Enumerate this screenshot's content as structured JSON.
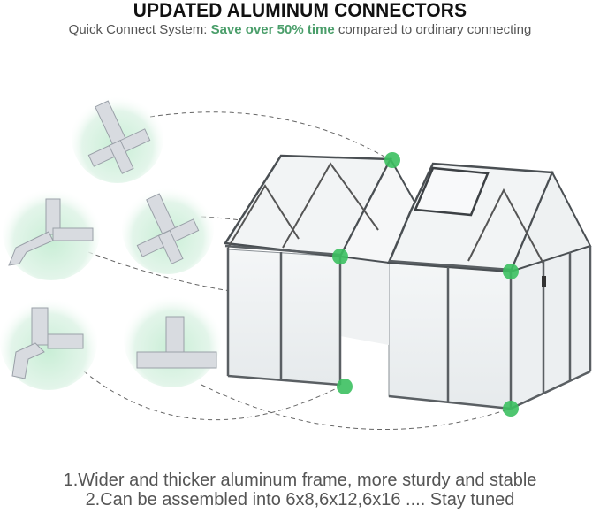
{
  "header": {
    "title": "UPDATED ALUMINUM CONNECTORS",
    "subtitle_prefix": "Quick Connect System: ",
    "subtitle_highlight": "Save over 50% time",
    "subtitle_suffix": " compared to ordinary connecting"
  },
  "colors": {
    "highlight_green": "#4a9e6a",
    "marker_green": "#3cc060",
    "circle_bg": "#d8efe0",
    "frame": "#555a5e",
    "panel": "#eef1f2"
  },
  "connectors": [
    {
      "type": "cross",
      "position": "top-left"
    },
    {
      "type": "corner-3way",
      "position": "middle-left"
    },
    {
      "type": "cross",
      "position": "middle-center"
    },
    {
      "type": "corner-3way",
      "position": "bottom-left"
    },
    {
      "type": "tee",
      "position": "bottom-center"
    }
  ],
  "product": {
    "name": "greenhouse",
    "markers": 5
  },
  "features": [
    "1.Wider and thicker aluminum frame, more sturdy and stable",
    "2.Can be assembled into 6x8,6x12,6x16 .... Stay tuned"
  ]
}
